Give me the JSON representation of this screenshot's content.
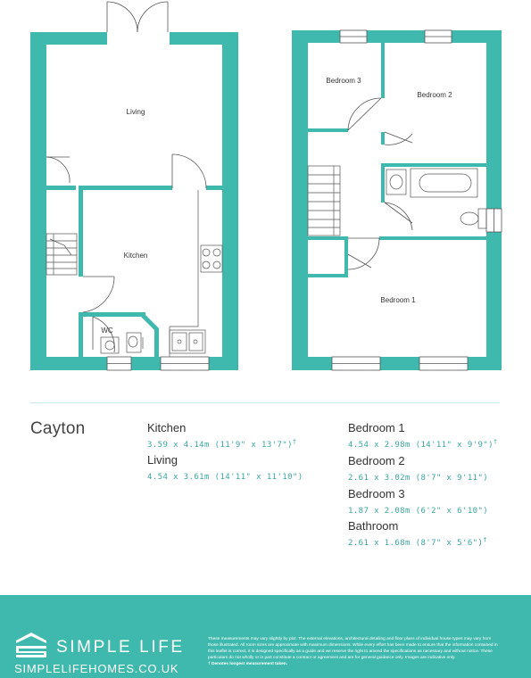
{
  "floorplan": {
    "ground_floor_labels": {
      "living": "Living",
      "kitchen": "Kitchen",
      "wc": "WC"
    },
    "first_floor_labels": {
      "bedroom1": "Bedroom 1",
      "bedroom2": "Bedroom 2",
      "bedroom3": "Bedroom 3"
    }
  },
  "house": {
    "name": "Cayton"
  },
  "rooms": [
    {
      "name": "Kitchen",
      "dims": "3.59 x 4.14m (11'9\" x 13'7\")",
      "mark": "†"
    },
    {
      "name": "Living",
      "dims": "4.54 x 3.61m (14'11\" x 11'10\")",
      "mark": ""
    },
    {
      "name": "Bedroom 1",
      "dims": "4.54 x 2.98m (14'11\" x 9'9\")",
      "mark": "†"
    },
    {
      "name": "Bedroom 2",
      "dims": "2.61 x 3.02m (8'7\" x 9'11\")",
      "mark": ""
    },
    {
      "name": "Bedroom 3",
      "dims": "1.87 x 2.08m (6'2\" x 6'10\")",
      "mark": ""
    },
    {
      "name": "Bathroom",
      "dims": "2.61 x 1.68m (8'7\" x 5'6\")",
      "mark": "†"
    }
  ],
  "footer": {
    "logo_text": "SIMPLE LIFE",
    "website": "SIMPLELIFEHOMES.CO.UK",
    "disclaimer": "These measurements may vary slightly by plot. The external elevations, architectural detailing and floor plans of individual house types may vary from those illustrated. All room sizes are approximate with maximum dimensions. While every effort has been made to ensure that the information contained in this leaflet is correct, it is designed specifically as a guide and we reserve the right to amend the specifications as necessary and without notice. These particulars do not wholly or in part constitute a contract or agreement and are for general guidance only. Images are indicative only.",
    "note": "† Denotes longest measurement taken."
  },
  "colors": {
    "wall": "#3fb9ad",
    "footer_bg": "#3fb9ad",
    "accent_text": "#3aa79d",
    "line": "#555555"
  }
}
